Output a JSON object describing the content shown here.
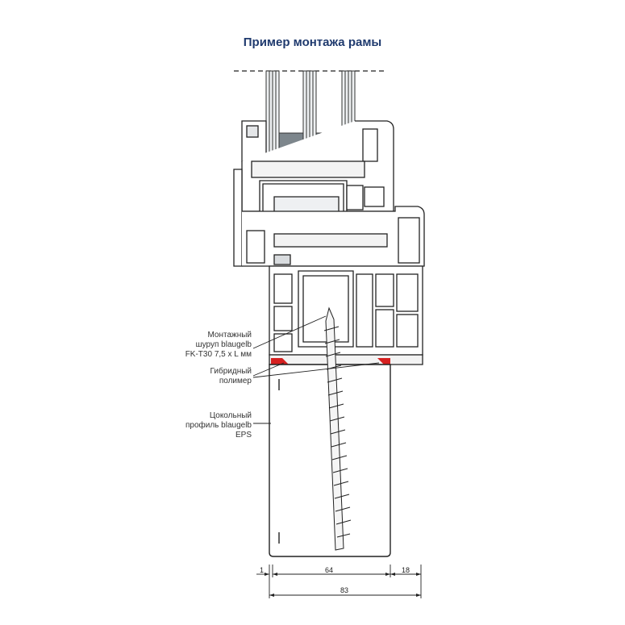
{
  "title": "Пример монтажа рамы",
  "callouts": {
    "screw": [
      "Монтажный",
      "шуруп blaugelb",
      "FK-T30 7,5 x L мм"
    ],
    "polymer": [
      "Гибридный",
      "полимер"
    ],
    "profile": [
      "Цокольный",
      "профиль blaugelb",
      "EPS"
    ]
  },
  "dimensions": {
    "d1": "1",
    "d2": "64",
    "d3": "18",
    "total": "83"
  },
  "colors": {
    "title": "#1f3a6e",
    "polymer": "#d62020",
    "line": "#222222",
    "glass": "#9aa5ad"
  }
}
